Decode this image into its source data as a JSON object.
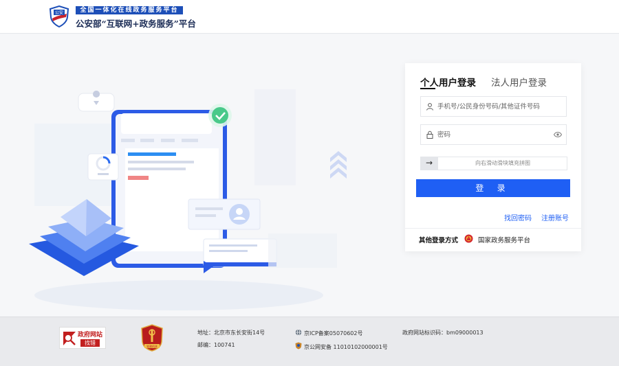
{
  "header": {
    "logo_badge_text": "公安",
    "logo_top": "全国一体化在线政务服务平台",
    "logo_bottom": "公安部“互联网+政务服务”平台"
  },
  "login": {
    "tab_personal": "个人用户登录",
    "tab_legal": "法人用户登录",
    "user_placeholder": "手机号/公民身份号码/其他证件号码",
    "password_placeholder": "密码",
    "slider_handle": "→",
    "slider_text": "向右滑动滑块填充拼图",
    "login_button": "登 录",
    "forgot_password": "找回密码",
    "register": "注册账号",
    "other_methods_label": "其他登录方式",
    "other_platform": "国家政务服务平台"
  },
  "footer": {
    "badge1_line1": "政府网站",
    "badge1_line2": "找错",
    "badge2_text": "党政机关",
    "address": "地址：北京市东长安街14号",
    "postcode": "邮编：100741",
    "icp": "京ICP备案05070602号",
    "police": "京公网安备 11010102000001号",
    "site_code": "政府网站标识码：bm09000013"
  },
  "colors": {
    "primary": "#1f5ff4",
    "header_navy": "#1d4fb8",
    "badge_red": "#c21f1f"
  }
}
